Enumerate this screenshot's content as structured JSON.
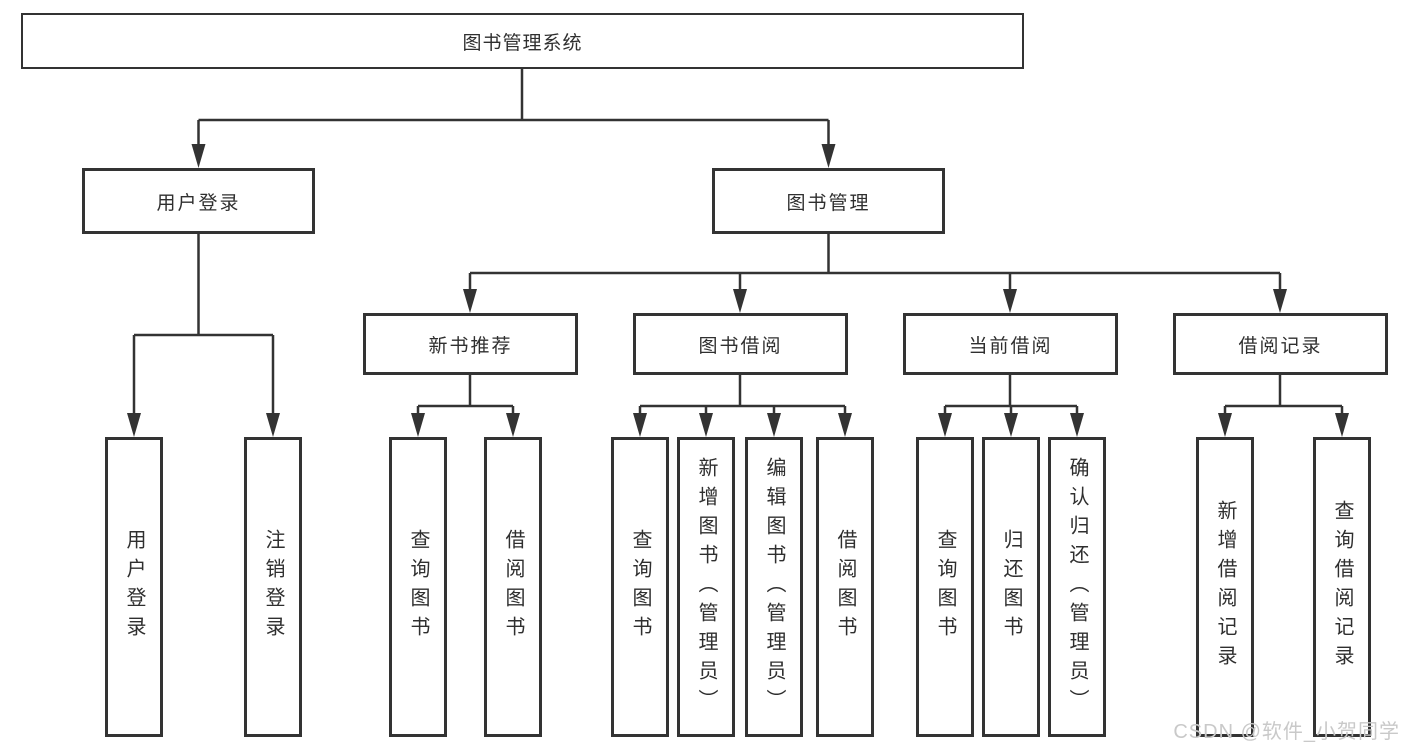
{
  "diagram": {
    "root": "图书管理系统",
    "level2": [
      "用户登录",
      "图书管理"
    ],
    "level3": [
      "新书推荐",
      "图书借阅",
      "当前借阅",
      "借阅记录"
    ],
    "leaves": {
      "login": [
        "用户登录",
        "注销登录"
      ],
      "recommend": [
        "查询图书",
        "借阅图书"
      ],
      "borrow": [
        "查询图书",
        "新增图书（管理员）",
        "编辑图书（管理员）",
        "借阅图书"
      ],
      "current": [
        "查询图书",
        "归还图书",
        "确认归还（管理员）"
      ],
      "records": [
        "新增借阅记录",
        "查询借阅记录"
      ]
    }
  },
  "watermark": "CSDN @软件_小贺同学",
  "colors": {
    "line": "#333333",
    "text": "#2f2f2f",
    "watermark": "#c9c9c9",
    "background": "#ffffff"
  }
}
